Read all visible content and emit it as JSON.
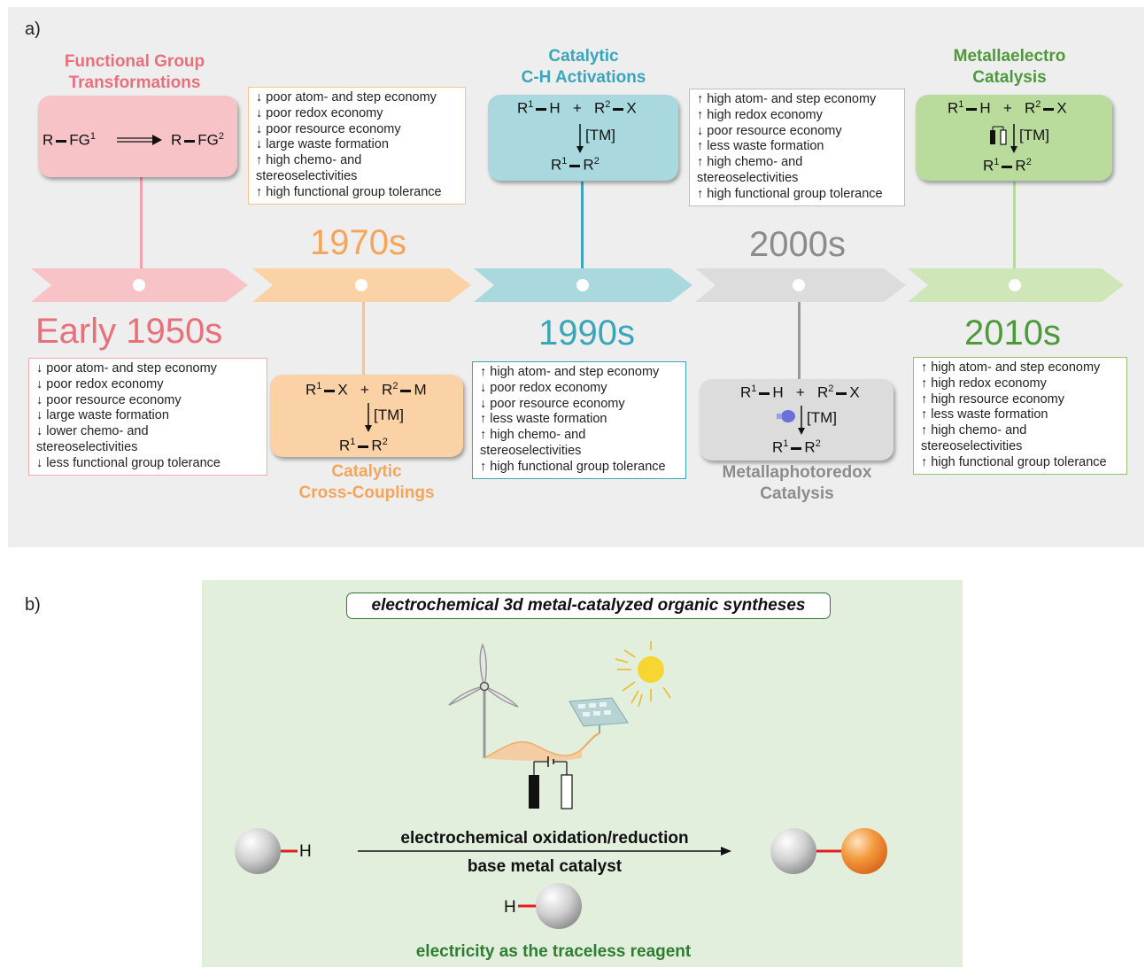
{
  "panel_a": {
    "label": "a)",
    "eras": [
      {
        "year": "Early 1950s",
        "title_lines": [
          "Functional Group",
          "Transformations"
        ],
        "scheme": {
          "left": "R",
          "left_sub": "FG",
          "left_sup": "1",
          "right": "R",
          "right_sub": "FG",
          "right_sup": "2"
        },
        "color": "#e8707a",
        "properties": [
          "↓ poor atom- and step economy",
          "↓ poor redox economy",
          "↓ poor resource economy",
          "↓ large waste formation",
          "↓ lower chemo- and",
          "stereoselectivities",
          "↓ less functional group tolerance"
        ]
      },
      {
        "year": "1970s",
        "title_lines": [
          "Catalytic",
          "Cross-Couplings"
        ],
        "scheme": {
          "r1": "R",
          "r1_sup": "1",
          "r1_group": "X",
          "r2": "R",
          "r2_sup": "2",
          "r2_group": "M",
          "catalyst": "[TM]",
          "prod_a": "R",
          "prod_a_sup": "1",
          "prod_b": "R",
          "prod_b_sup": "2",
          "plus": "+"
        },
        "color": "#f5a55a",
        "properties": [
          "↓ poor atom- and step economy",
          "↓ poor redox economy",
          "↓ poor resource economy",
          "↓ large waste formation",
          "↑ high chemo- and",
          "stereoselectivities",
          "↑ high functional group tolerance"
        ]
      },
      {
        "year": "1990s",
        "title_lines": [
          "Catalytic",
          "C-H Activations"
        ],
        "scheme": {
          "r1": "R",
          "r1_sup": "1",
          "r1_group": "H",
          "r2": "R",
          "r2_sup": "2",
          "r2_group": "X",
          "catalyst": "[TM]",
          "prod_a": "R",
          "prod_a_sup": "1",
          "prod_b": "R",
          "prod_b_sup": "2",
          "plus": "+"
        },
        "color": "#3aa6b9",
        "properties": [
          "↑ high atom- and step economy",
          "↓ poor redox economy",
          "↓ poor resource economy",
          "↑ less waste formation",
          "↑ high chemo- and",
          "stereoselectivities",
          "↑ high functional group tolerance"
        ]
      },
      {
        "year": "2000s",
        "title_lines": [
          "Metallaphotoredox",
          "Catalysis"
        ],
        "scheme": {
          "r1": "R",
          "r1_sup": "1",
          "r1_group": "H",
          "r2": "R",
          "r2_sup": "2",
          "r2_group": "X",
          "catalyst": "[TM]",
          "prod_a": "R",
          "prod_a_sup": "1",
          "prod_b": "R",
          "prod_b_sup": "2",
          "plus": "+"
        },
        "color": "#8c8c8c",
        "properties": [
          "↑ high atom- and step economy",
          "↑ high redox economy",
          "↓ poor resource economy",
          "↑ less waste formation",
          "↑ high chemo- and",
          "stereoselectivities",
          "↑ high functional group tolerance"
        ]
      },
      {
        "year": "2010s",
        "title_lines": [
          "Metallaelectro",
          "Catalysis"
        ],
        "scheme": {
          "r1": "R",
          "r1_sup": "1",
          "r1_group": "H",
          "r2": "R",
          "r2_sup": "2",
          "r2_group": "X",
          "catalyst": "[TM]",
          "prod_a": "R",
          "prod_a_sup": "1",
          "prod_b": "R",
          "prod_b_sup": "2",
          "plus": "+"
        },
        "color": "#4e9a3a",
        "properties": [
          "↑ high atom- and step economy",
          "↑ high redox economy",
          "↑ high resource economy",
          "↑ less waste formation",
          "↑ high chemo- and",
          "stereoselectivities",
          "↑ high functional group tolerance"
        ]
      }
    ]
  },
  "panel_b": {
    "label": "b)",
    "title": "electrochemical 3d metal-catalyzed organic syntheses",
    "arrow_top": "electrochemical oxidation/reduction",
    "arrow_bottom": "base metal catalyst",
    "h_label": "H",
    "h_label_2": "H",
    "footer": "electricity as the traceless reagent",
    "colors": {
      "background": "#e2efdc",
      "bond": "#e02020",
      "product_sphere": "#f08a24",
      "accent": "#2e7d32"
    }
  }
}
